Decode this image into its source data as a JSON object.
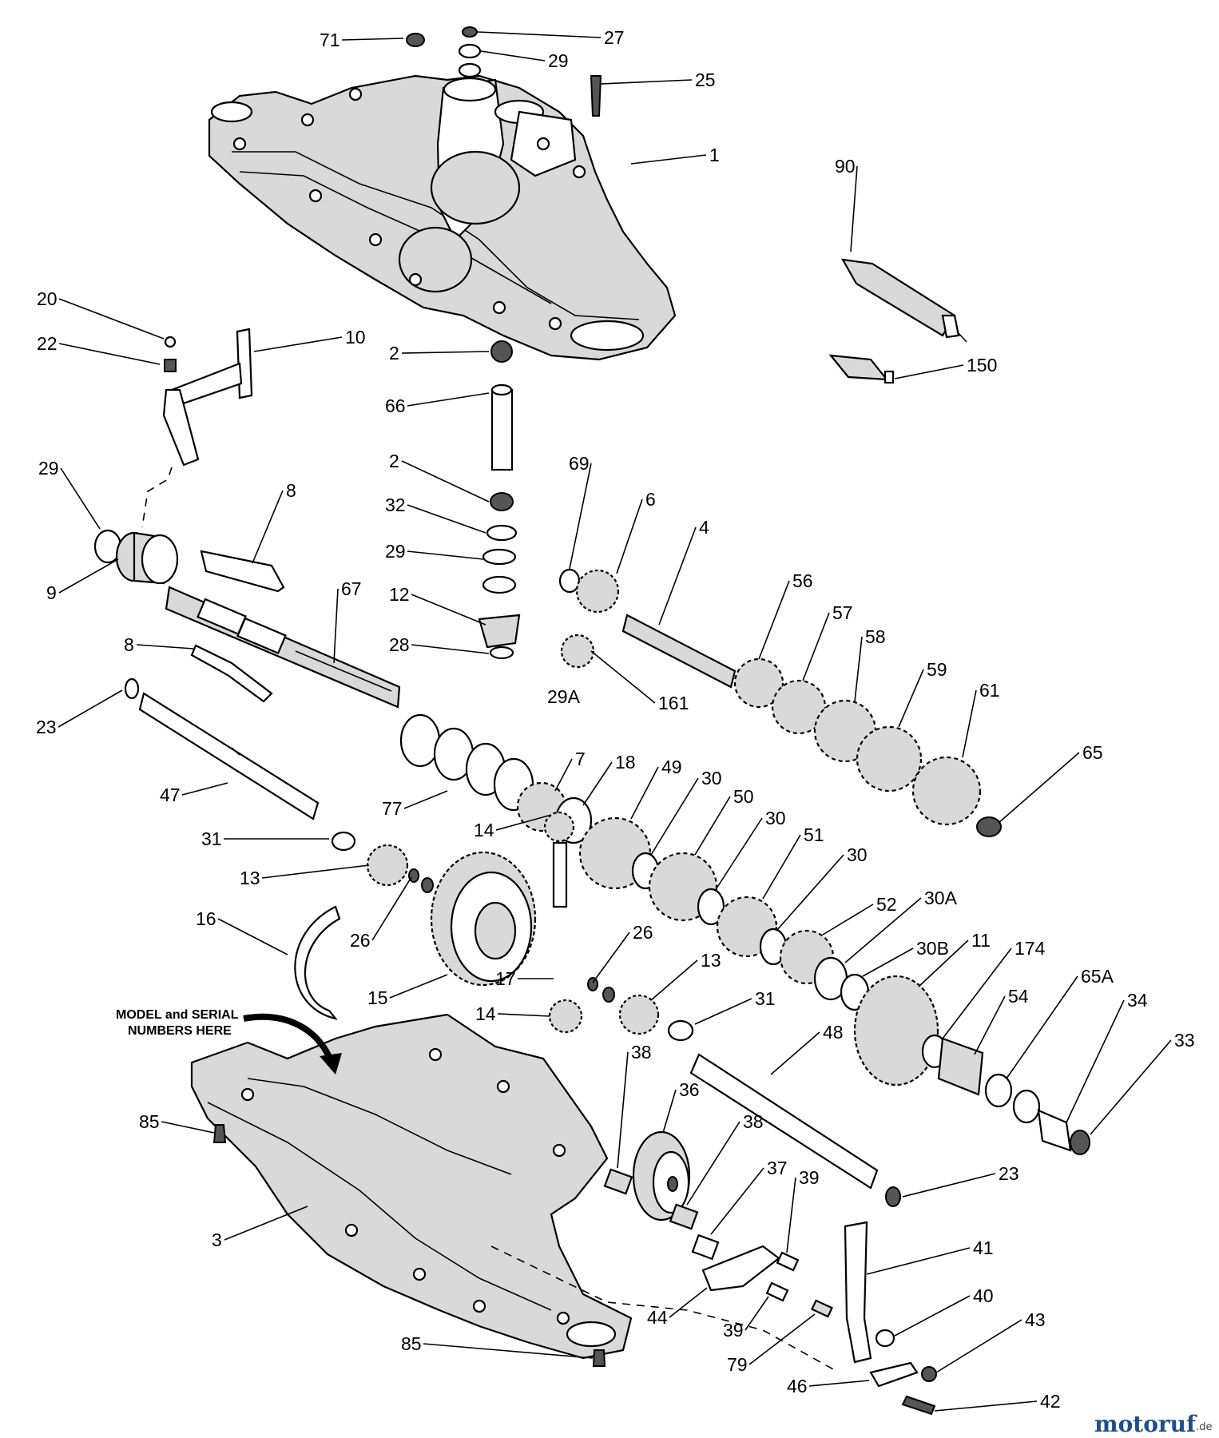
{
  "diagram": {
    "note_line1": "MODEL and SERIAL",
    "note_line2": "NUMBERS HERE",
    "watermark": {
      "main": "motoruf",
      "suffix": ".de"
    },
    "callouts": [
      {
        "id": "c71",
        "label": "71"
      },
      {
        "id": "c27",
        "label": "27"
      },
      {
        "id": "c29a",
        "label": "29"
      },
      {
        "id": "c25",
        "label": "25"
      },
      {
        "id": "c1",
        "label": "1"
      },
      {
        "id": "c90",
        "label": "90"
      },
      {
        "id": "c20",
        "label": "20"
      },
      {
        "id": "c22",
        "label": "22"
      },
      {
        "id": "c10",
        "label": "10"
      },
      {
        "id": "c2a",
        "label": "2"
      },
      {
        "id": "c150",
        "label": "150"
      },
      {
        "id": "c66",
        "label": "66"
      },
      {
        "id": "c29b",
        "label": "29"
      },
      {
        "id": "c8a",
        "label": "8"
      },
      {
        "id": "c2b",
        "label": "2"
      },
      {
        "id": "c69",
        "label": "69"
      },
      {
        "id": "c32",
        "label": "32"
      },
      {
        "id": "c6",
        "label": "6"
      },
      {
        "id": "c29c",
        "label": "29"
      },
      {
        "id": "c4",
        "label": "4"
      },
      {
        "id": "c9",
        "label": "9"
      },
      {
        "id": "c67",
        "label": "67"
      },
      {
        "id": "c12",
        "label": "12"
      },
      {
        "id": "c56",
        "label": "56"
      },
      {
        "id": "c57",
        "label": "57"
      },
      {
        "id": "c8b",
        "label": "8"
      },
      {
        "id": "c28",
        "label": "28"
      },
      {
        "id": "c58",
        "label": "58"
      },
      {
        "id": "c29A",
        "label": "29A"
      },
      {
        "id": "c161",
        "label": "161"
      },
      {
        "id": "c59",
        "label": "59"
      },
      {
        "id": "c23a",
        "label": "23"
      },
      {
        "id": "c61",
        "label": "61"
      },
      {
        "id": "c7",
        "label": "7"
      },
      {
        "id": "c65",
        "label": "65"
      },
      {
        "id": "c18",
        "label": "18"
      },
      {
        "id": "c49",
        "label": "49"
      },
      {
        "id": "c47",
        "label": "47"
      },
      {
        "id": "c30a",
        "label": "30"
      },
      {
        "id": "c50",
        "label": "50"
      },
      {
        "id": "c77",
        "label": "77"
      },
      {
        "id": "c30b",
        "label": "30"
      },
      {
        "id": "c31a",
        "label": "31"
      },
      {
        "id": "c14a",
        "label": "14"
      },
      {
        "id": "c51",
        "label": "51"
      },
      {
        "id": "c30c",
        "label": "30"
      },
      {
        "id": "c13a",
        "label": "13"
      },
      {
        "id": "c52",
        "label": "52"
      },
      {
        "id": "c30A",
        "label": "30A"
      },
      {
        "id": "c16",
        "label": "16"
      },
      {
        "id": "c26a",
        "label": "26"
      },
      {
        "id": "c26b",
        "label": "26"
      },
      {
        "id": "c30B",
        "label": "30B"
      },
      {
        "id": "c11",
        "label": "11"
      },
      {
        "id": "c174",
        "label": "174"
      },
      {
        "id": "c65A",
        "label": "65A"
      },
      {
        "id": "c17",
        "label": "17"
      },
      {
        "id": "c13b",
        "label": "13"
      },
      {
        "id": "c15",
        "label": "15"
      },
      {
        "id": "c54",
        "label": "54"
      },
      {
        "id": "c34",
        "label": "34"
      },
      {
        "id": "c31b",
        "label": "31"
      },
      {
        "id": "c14b",
        "label": "14"
      },
      {
        "id": "c33",
        "label": "33"
      },
      {
        "id": "c48",
        "label": "48"
      },
      {
        "id": "c38a",
        "label": "38"
      },
      {
        "id": "c36",
        "label": "36"
      },
      {
        "id": "c85a",
        "label": "85"
      },
      {
        "id": "c38b",
        "label": "38"
      },
      {
        "id": "c23b",
        "label": "23"
      },
      {
        "id": "c37",
        "label": "37"
      },
      {
        "id": "c39a",
        "label": "39"
      },
      {
        "id": "c3",
        "label": "3"
      },
      {
        "id": "c41",
        "label": "41"
      },
      {
        "id": "c40",
        "label": "40"
      },
      {
        "id": "c44",
        "label": "44"
      },
      {
        "id": "c39b",
        "label": "39"
      },
      {
        "id": "c43",
        "label": "43"
      },
      {
        "id": "c85b",
        "label": "85"
      },
      {
        "id": "c79",
        "label": "79"
      },
      {
        "id": "c46",
        "label": "46"
      },
      {
        "id": "c42",
        "label": "42"
      }
    ]
  }
}
